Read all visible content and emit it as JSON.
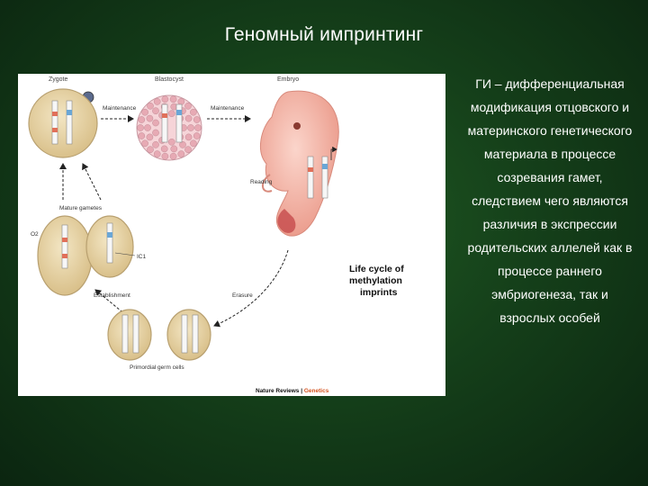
{
  "slide": {
    "title": "Геномный импринтинг"
  },
  "figure": {
    "stages": {
      "zygote": "Zygote",
      "blastocyst": "Blastocyst",
      "embryo": "Embryo",
      "mature_gametes": "Mature gametes",
      "pgc": "Primordial germ cells"
    },
    "arrows": {
      "maintenance_1": "Maintenance",
      "maintenance_2": "Maintenance",
      "reading": "Reading",
      "establishment": "Establishment",
      "erasure": "Erasure"
    },
    "labels": {
      "o2": "O2",
      "ic1": "IC1"
    },
    "cycle_text": [
      "Life cycle of",
      "methylation",
      "imprints"
    ],
    "credit": {
      "journal": "Nature Reviews",
      "separator": " | ",
      "section": "Genetics"
    }
  },
  "caption": {
    "lines": [
      "ГИ – дифференциальная",
      "модификация отцовского и",
      "материнского генетического",
      "материала в процессе",
      "созревания гамет,",
      "следствием чего являются",
      "различия в экспрессии",
      "родительских аллелей как в",
      "процессе раннего",
      "эмбриогенеза, так и",
      "взрослых особей"
    ]
  },
  "colors": {
    "cell_fill": "#e8d5a8",
    "cell_stroke": "#b8a070",
    "paternal": "#6aa6d6",
    "maternal": "#e0705a",
    "embryo": "#f2aea0",
    "arrow": "#222222",
    "genetics_accent": "#d4531f"
  }
}
